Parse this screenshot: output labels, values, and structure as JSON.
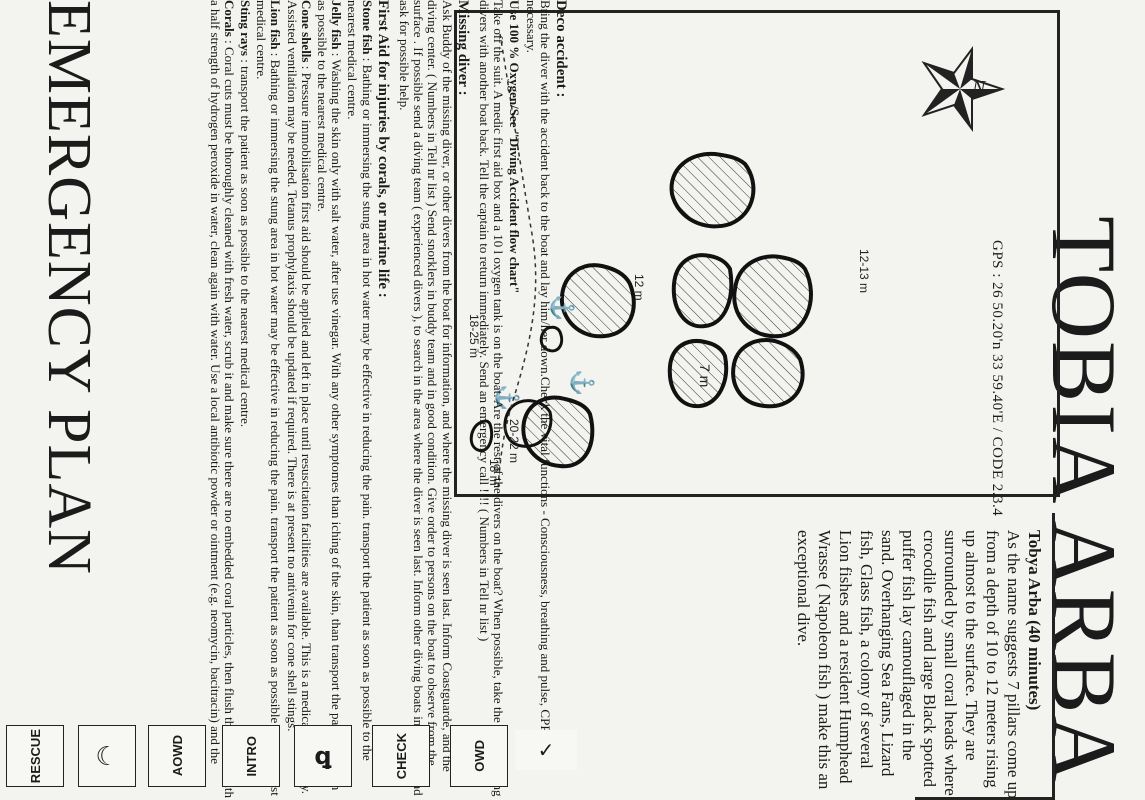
{
  "site": {
    "title": "TOBIA ARBA",
    "gps": "GPS : 26 50.20'n 33 59.40'E  / CODE 2.3.4",
    "description_heading": "Tobya Arba  (40 minutes)",
    "description": "As the name suggests 7 pillars come up from a depth of 10 to 12 meters rising up almost to the surface. They are surrounded by small coral heads where crocodile fish and large Black spotted puffer fish lay camouflaged in the sand. Overhanging Sea Fans, Lizard fish, Glass fish, a colony of several Lion fishes and a resident Humphead Wrasse ( Napoleon fish ) make this an exceptional dive."
  },
  "map": {
    "compass": "N",
    "depths": [
      "12-13 m",
      "12 m",
      "7 m",
      "20-22 m",
      "18 m",
      "18-25 m"
    ]
  },
  "emergency": {
    "title": "EMERGENCY PLAN",
    "deco_heading": "Deco accident :",
    "deco_text": "Bring the diver with the accident back to the boat and lay him/her down.Check the vital functions - Consciousness, breathing and pulse, CPR when necessary.",
    "oxygen_heading": "Use 100 % Oxygen/See \"Diving Accident flow chart\"",
    "oxygen_text": "Take off the suit. A medic first aid box and a 10 l oxygen tank is on the boat. Are the rest of the divers on the boat? When possible, take the other missing divers with another boat back. Tell the captain to return immediately. Send an emergency call !!!! ( Numbers in Tell nr list )",
    "missing_heading": "Missing diver :",
    "missing_text": "Ask Buddy of the missing diver, or other divers from the boat for information, and where the missing diver is seen last. Inform Coastguarde, and the diving center. ( Numbers in Tell nr list ) Send snorklers in buddy team and in good condition. Give order to persons on the boat to observe from the surface . If possible send a diving team ( experienced divers ), to search in the area where the diver is seen last. Inform other diving boats in the area, and ask for possible help.",
    "firstaid_heading": "First Aid for injuries by corals, or marine life :",
    "items": [
      {
        "label": "Stone fish",
        "text": ": Bathing or immersing the stung area in hot water may be effective in reducing the pain. transport the patient as soon as possible to the nearest medical centre."
      },
      {
        "label": "Jelly fish",
        "text": ": Washing the skin only with salt water, after use vinegar. With any other symptomes than iching of the skin, than transport the patient as soon as possible to the nearest medical centre."
      },
      {
        "label": "Cone shells",
        "text": ": Pressure immobilisation first aid should be applied and left in place until resuscitation facilities are available. This is a medical emergency. Assisted ventilation may be needed. Tetanus prophylaxis should be updated if required. There is at present no antivenin for cone shell stings."
      },
      {
        "label": "Lion fish",
        "text": ": Bathing or immersing the stung area in hot water may be effective in reducing the pain. transport the patient as soon as possible to the nearest medical centre."
      },
      {
        "label": "Sting rays",
        "text": ": transport the patient as soon as possible to the nearest medical centre."
      },
      {
        "label": "Corals",
        "text": ": Coral cuts must be thoroughly cleaned with fresh water, scrub it and make sure there are no embedded coral particles, then flush the wound with a half strength of hydrogen peroxide in water, clean again with water. Use a local antibiotic powder or ointment (e.g. neomycin, bacitracin) and the"
      }
    ]
  },
  "tabs": [
    "OWD",
    "CHECK",
    "INTRO",
    "AOWD",
    "RESCUE"
  ]
}
